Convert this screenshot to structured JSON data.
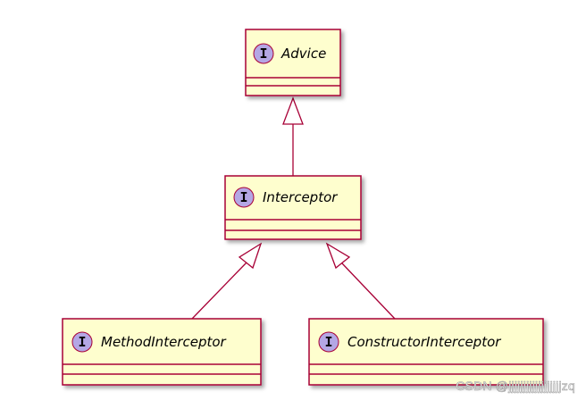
{
  "diagram": {
    "interfaces": [
      {
        "id": "advice",
        "name": "Advice",
        "stereotype": "I"
      },
      {
        "id": "interceptor",
        "name": "Interceptor",
        "stereotype": "I"
      },
      {
        "id": "method-interceptor",
        "name": "MethodInterceptor",
        "stereotype": "I"
      },
      {
        "id": "constructor-interceptor",
        "name": "ConstructorInterceptor",
        "stereotype": "I"
      }
    ],
    "inheritance": [
      {
        "from": "interceptor",
        "to": "advice"
      },
      {
        "from": "method-interceptor",
        "to": "interceptor"
      },
      {
        "from": "constructor-interceptor",
        "to": "interceptor"
      }
    ],
    "colors": {
      "box_fill": "#FEFECE",
      "border": "#A80036",
      "stereotype_circle": "#B4A7E5"
    }
  },
  "watermark": "CSDN @jjjjjjjjjjjjjjjjjjzq"
}
